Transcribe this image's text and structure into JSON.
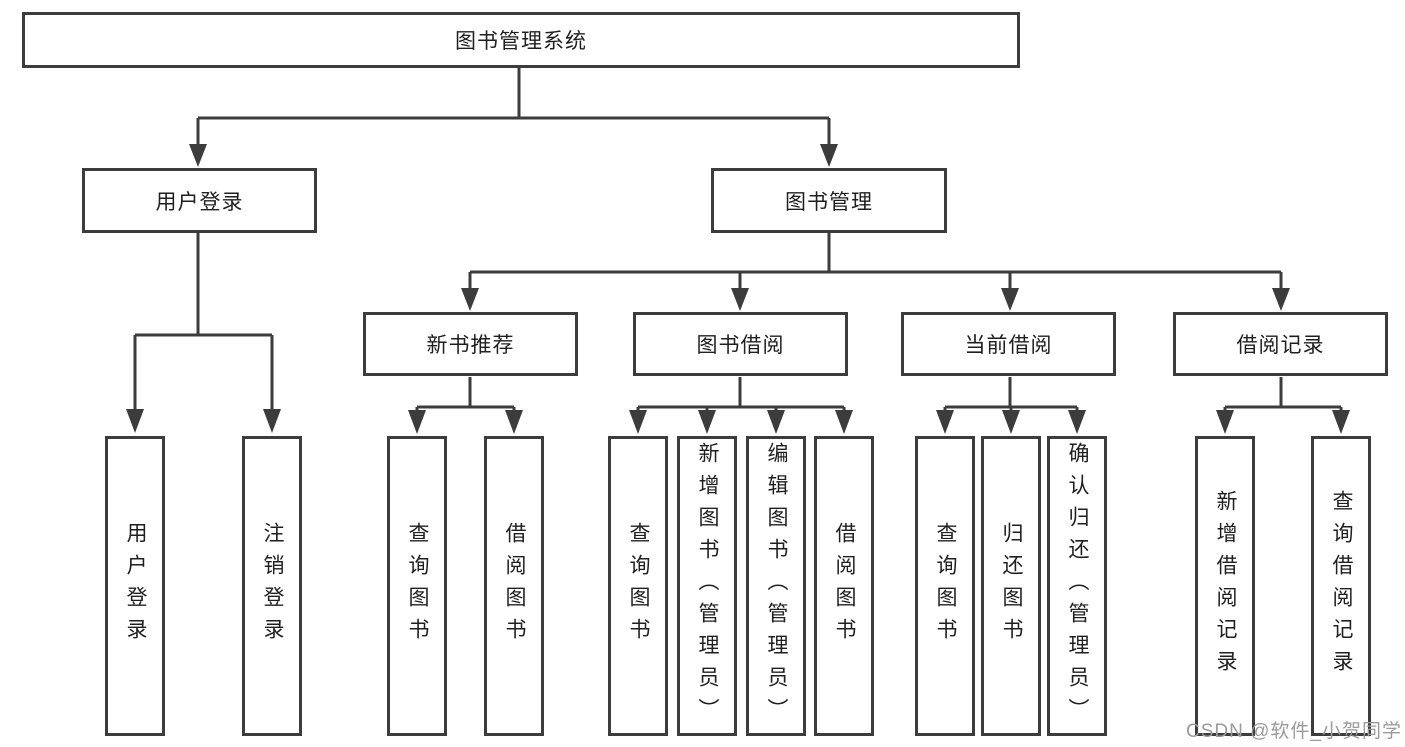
{
  "diagram": {
    "title": "图书管理系统",
    "root": {
      "label": "图书管理系统"
    },
    "level2": [
      {
        "label": "用户登录"
      },
      {
        "label": "图书管理"
      }
    ],
    "level3": [
      {
        "label": "新书推荐"
      },
      {
        "label": "图书借阅"
      },
      {
        "label": "当前借阅"
      },
      {
        "label": "借阅记录"
      }
    ],
    "leaves": [
      {
        "label": "用户登录",
        "parent": "用户登录"
      },
      {
        "label": "注销登录",
        "parent": "用户登录"
      },
      {
        "label": "查询图书",
        "parent": "新书推荐"
      },
      {
        "label": "借阅图书",
        "parent": "新书推荐"
      },
      {
        "label": "查询图书",
        "parent": "图书借阅"
      },
      {
        "label": "新增图书（管理员）",
        "parent": "图书借阅"
      },
      {
        "label": "编辑图书（管理员）",
        "parent": "图书借阅"
      },
      {
        "label": "借阅图书",
        "parent": "图书借阅"
      },
      {
        "label": "查询图书",
        "parent": "当前借阅"
      },
      {
        "label": "归还图书",
        "parent": "当前借阅"
      },
      {
        "label": "确认归还（管理员）",
        "parent": "当前借阅"
      },
      {
        "label": "新增借阅记录",
        "parent": "借阅记录"
      },
      {
        "label": "查询借阅记录",
        "parent": "借阅记录"
      }
    ],
    "colors": {
      "line": "#3c3c3c",
      "box_border": "#3c3c3c",
      "text": "#1f1f1f",
      "background": "#ffffff",
      "watermark": "#9b9b9b"
    }
  },
  "watermark": {
    "text": "CSDN @软件_小贺同学"
  }
}
